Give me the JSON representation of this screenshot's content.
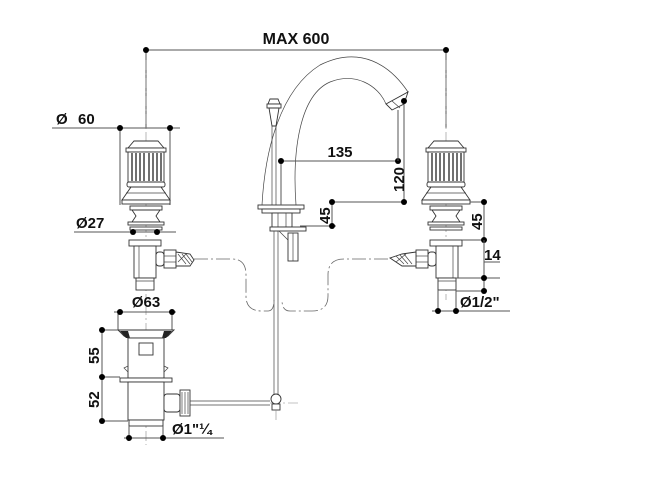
{
  "title": "Three-hole basin mixer with pop-up waste — dimension drawing",
  "dimensions": {
    "max_width": "MAX 600",
    "handle_diameter": "60",
    "handle_diameter_symbol": "Ø",
    "shank_diameter": "Ø27",
    "spout_reach": "135",
    "spout_height": "120",
    "body_height_center": "45",
    "body_height_right": "45",
    "connector_height": "14",
    "inlet_thread": "Ø1/2\"",
    "waste_diameter": "Ø63",
    "waste_upper_height": "55",
    "waste_lower_height": "52",
    "waste_thread": "Ø1\"¼"
  },
  "colors": {
    "line": "#333333",
    "dimension": "#555555",
    "text": "#111111"
  }
}
